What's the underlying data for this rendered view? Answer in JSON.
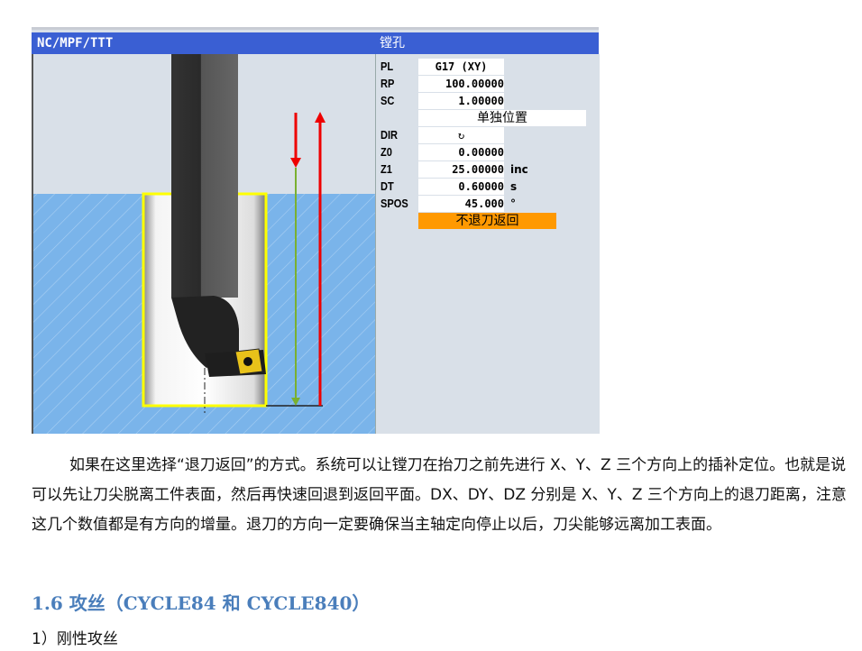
{
  "window": {
    "path_title": "NC/MPF/TTT",
    "cycle_title": "镗孔"
  },
  "params": [
    {
      "label": "PL",
      "value": "G17 (XY)",
      "unit": ""
    },
    {
      "label": "RP",
      "value": "100.00000",
      "unit": ""
    },
    {
      "label": "SC",
      "value": "1.00000",
      "unit": ""
    },
    {
      "label": "",
      "value": "单独位置",
      "unit": ""
    },
    {
      "label": "DIR",
      "value": "↻",
      "unit": ""
    },
    {
      "label": "Z0",
      "value": "0.00000",
      "unit": ""
    },
    {
      "label": "Z1",
      "value": "25.00000",
      "unit": "inc"
    },
    {
      "label": "DT",
      "value": "0.60000",
      "unit": "s"
    },
    {
      "label": "SPOS",
      "value": "45.000",
      "unit": "°"
    }
  ],
  "retract_option": "不退刀返回",
  "colors": {
    "title_bar": "#3a5fd3",
    "material": "#7ab4ea",
    "highlight": "#ff9900",
    "heading": "#4a7ebb"
  },
  "doc": {
    "paragraph": "如果在这里选择“退刀返回”的方式。系统可以让镗刀在抬刀之前先进行 X、Y、Z 三个方向上的插补定位。也就是说可以先让刀尖脱离工件表面，然后再快速回退到返回平面。DX、DY、DZ 分别是 X、Y、Z 三个方向上的退刀距离，注意这几个数值都是有方向的增量。退刀的方向一定要确保当主轴定向停止以后，刀尖能够远离加工表面。",
    "heading": "1.6 攻丝（CYCLE84 和 CYCLE840）",
    "subheading": "1）刚性攻丝"
  }
}
